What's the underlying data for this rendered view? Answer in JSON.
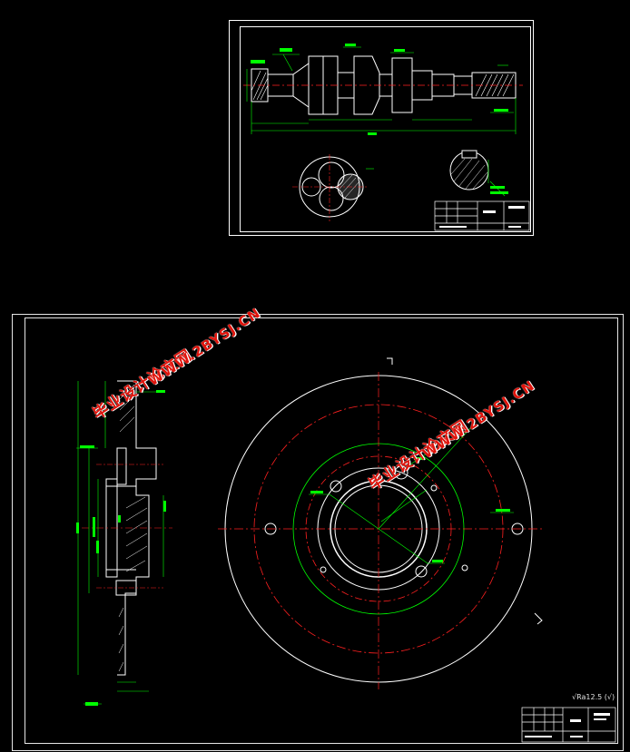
{
  "watermarks": [
    {
      "cn": "毕业设计论文网",
      "url": "WWW.2BYSJ.CN"
    },
    {
      "cn": "毕业设计论文网",
      "url": "WWW.2BYSJ.CN"
    }
  ],
  "colors": {
    "background": "#000000",
    "outline": "#ffffff",
    "dimension": "#00ff00",
    "centerline": "#ff2020",
    "watermark": "#e0140c"
  },
  "drawing_1": {
    "kind": "crankshaft assembly sheet (shaft side view, crank cross-sections, title block)"
  },
  "drawing_2": {
    "kind": "flange disc sheet (half section + front view with bolt-hole circle, title block)",
    "roughness_note": "√Ra12.5 (√)"
  }
}
